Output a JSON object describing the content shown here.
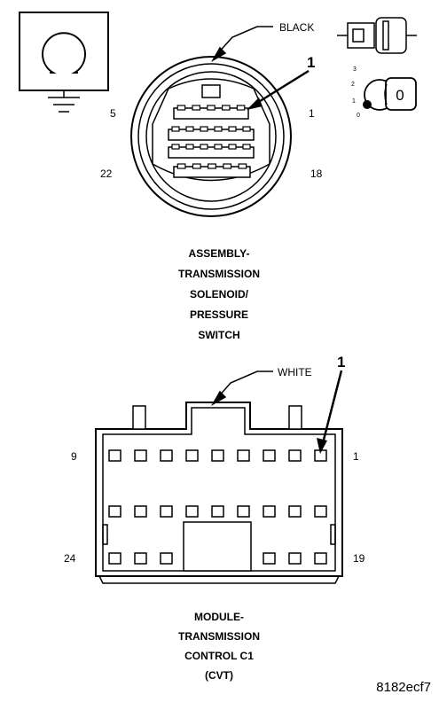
{
  "top_connector": {
    "color_label": "BLACK",
    "callout": "1",
    "pin_left_top": "5",
    "pin_right_top": "1",
    "pin_left_bottom": "22",
    "pin_right_bottom": "18",
    "caption": [
      "ASSEMBLY-",
      "TRANSMISSION",
      "SOLENOID/",
      "PRESSURE",
      "SWITCH"
    ]
  },
  "ignition_icon": {
    "positions": [
      "3",
      "2",
      "1",
      "0"
    ],
    "key_label": "0"
  },
  "bottom_connector": {
    "color_label": "WHITE",
    "callout": "1",
    "pin_left_top": "9",
    "pin_right_top": "1",
    "pin_left_bottom": "24",
    "pin_right_bottom": "19",
    "caption": [
      "MODULE-",
      "TRANSMISSION",
      "CONTROL C1",
      "(CVT)"
    ]
  },
  "figure_id": "8182ecf7",
  "icons": [
    "ohmmeter-ground-icon",
    "connector-plug-icon",
    "ignition-key-icon"
  ]
}
